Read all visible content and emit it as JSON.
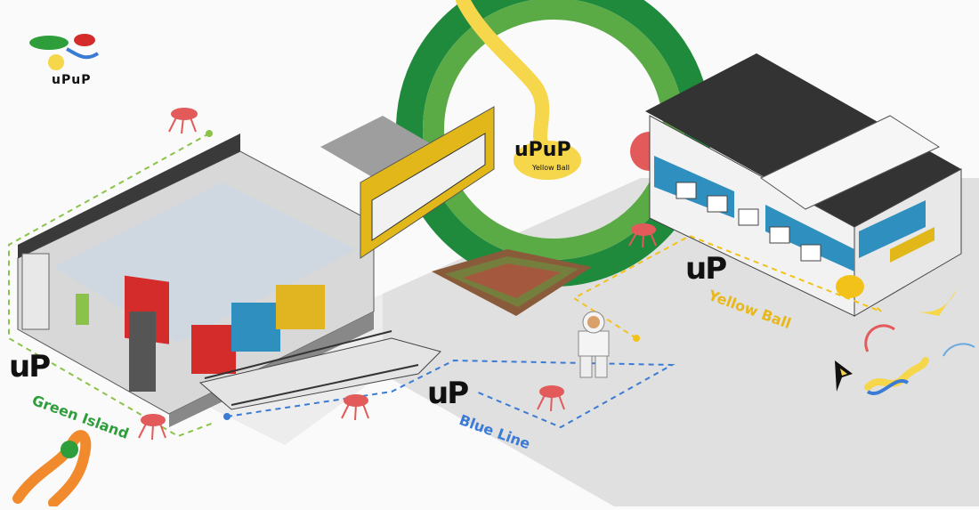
{
  "brand": {
    "logo_text": "uPuP",
    "center_logo_text": "uPuP",
    "center_logo_sub": "Yellow Ball"
  },
  "zones": {
    "green": {
      "mark": "uP",
      "name": "Green Island",
      "color": "#2e9e3a"
    },
    "blue": {
      "mark": "uP",
      "name": "Blue Line",
      "color": "#3a7bd5"
    },
    "yellow": {
      "mark": "uP",
      "name": "Yellow Ball",
      "color": "#f2c21b"
    }
  },
  "colors": {
    "ring_dark": "#1f8a3c",
    "ring_light": "#5aaa46",
    "yellow": "#f6d64a",
    "red_bug": "#e25a5a",
    "floor": "#dedede"
  },
  "icons": [
    "bug-icon",
    "astronaut-figure",
    "arrow-pointer-icon"
  ]
}
